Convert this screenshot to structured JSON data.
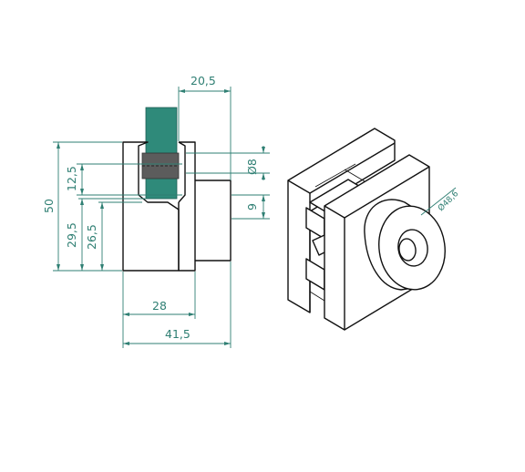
{
  "colors": {
    "dimension": "#2f7f73",
    "glass": "#2f8a7a",
    "glass_dark": "#5a5a5a",
    "outline": "#111111",
    "background": "#ffffff"
  },
  "dimensions": {
    "top_width": "20,5",
    "overall_height": "50",
    "slot_height": "12,5",
    "lower_height_a": "29,5",
    "lower_height_b": "26,5",
    "hole_diameter": "Ø8",
    "knob_offset": "9",
    "body_width": "28",
    "overall_width": "41,5",
    "iso_diameter": "Ø48,6"
  }
}
